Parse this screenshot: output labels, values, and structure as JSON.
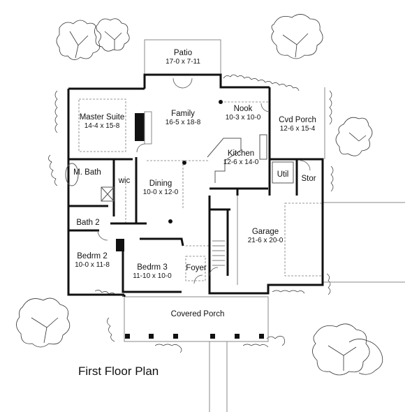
{
  "title": "First Floor Plan",
  "colors": {
    "wall": "#111111",
    "thin": "#888888",
    "dashed": "#777777",
    "tree": "#333333",
    "background": "#ffffff"
  },
  "rooms": [
    {
      "id": "patio",
      "name": "Patio",
      "dim": "17-0 x 7-11"
    },
    {
      "id": "family",
      "name": "Family",
      "dim": "16-5 x 18-8"
    },
    {
      "id": "nook",
      "name": "Nook",
      "dim": "10-3 x 10-0"
    },
    {
      "id": "cvd_porch",
      "name": "Cvd Porch",
      "dim": "12-6 x 15-4"
    },
    {
      "id": "master_suite",
      "name": "Master Suite",
      "dim": "14-4 x 15-8"
    },
    {
      "id": "kitchen",
      "name": "Kitchen",
      "dim": "12-6 x 14-0"
    },
    {
      "id": "m_bath",
      "name": "M. Bath",
      "dim": ""
    },
    {
      "id": "wic",
      "name": "wic",
      "dim": ""
    },
    {
      "id": "dining",
      "name": "Dining",
      "dim": "10-0 x 12-0"
    },
    {
      "id": "util",
      "name": "Util",
      "dim": ""
    },
    {
      "id": "stor",
      "name": "Stor",
      "dim": ""
    },
    {
      "id": "bath2",
      "name": "Bath 2",
      "dim": ""
    },
    {
      "id": "garage",
      "name": "Garage",
      "dim": "21-6 x 20-0"
    },
    {
      "id": "bedrm2",
      "name": "Bedrm 2",
      "dim": "10-0 x 11-8"
    },
    {
      "id": "bedrm3",
      "name": "Bedrm 3",
      "dim": "11-10 x 10-0"
    },
    {
      "id": "foyer",
      "name": "Foyer",
      "dim": ""
    },
    {
      "id": "covered_porch",
      "name": "Covered Porch",
      "dim": ""
    }
  ]
}
